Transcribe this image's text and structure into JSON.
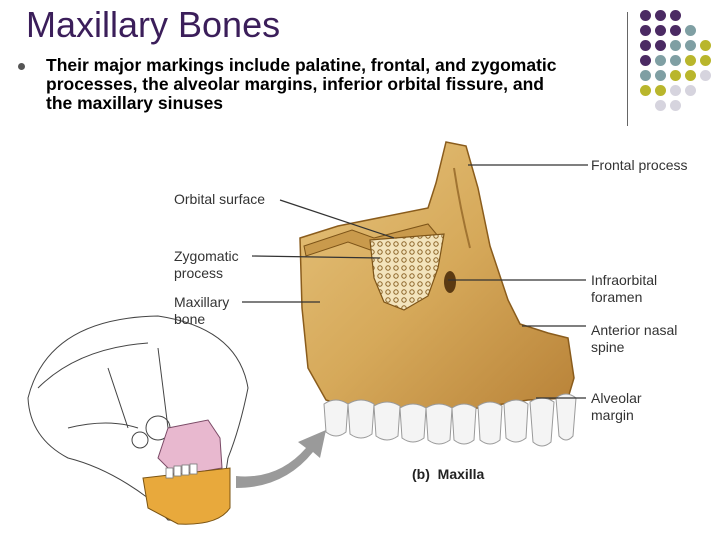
{
  "slide": {
    "title": "Maxillary Bones",
    "bullet": "Their major markings include palatine, frontal, and zygomatic processes, the alveolar margins, inferior orbital fissure, and the maxillary sinuses"
  },
  "figure": {
    "labels": {
      "orbital_surface": "Orbital surface",
      "zygomatic_process": "Zygomatic\nprocess",
      "maxillary_bone": "Maxillary\nbone",
      "frontal_process": "Frontal process",
      "infraorbital_foramen": "Infraorbital\nforamen",
      "anterior_nasal_spine": "Anterior nasal\nspine",
      "alveolar_margin": "Alveolar\nmargin"
    },
    "caption": "(b)  Maxilla"
  },
  "colors": {
    "title": "#3b1e5a",
    "dot_purple": "#4b2a63",
    "dot_teal": "#7f9fa3",
    "dot_olive": "#b9b62c",
    "dot_grey": "#d6d4de",
    "bone": "#d9ae5e",
    "bone_dark": "#9b6b25",
    "mandible": "#e8a93c",
    "highlight_pink": "#e8b8cf"
  }
}
